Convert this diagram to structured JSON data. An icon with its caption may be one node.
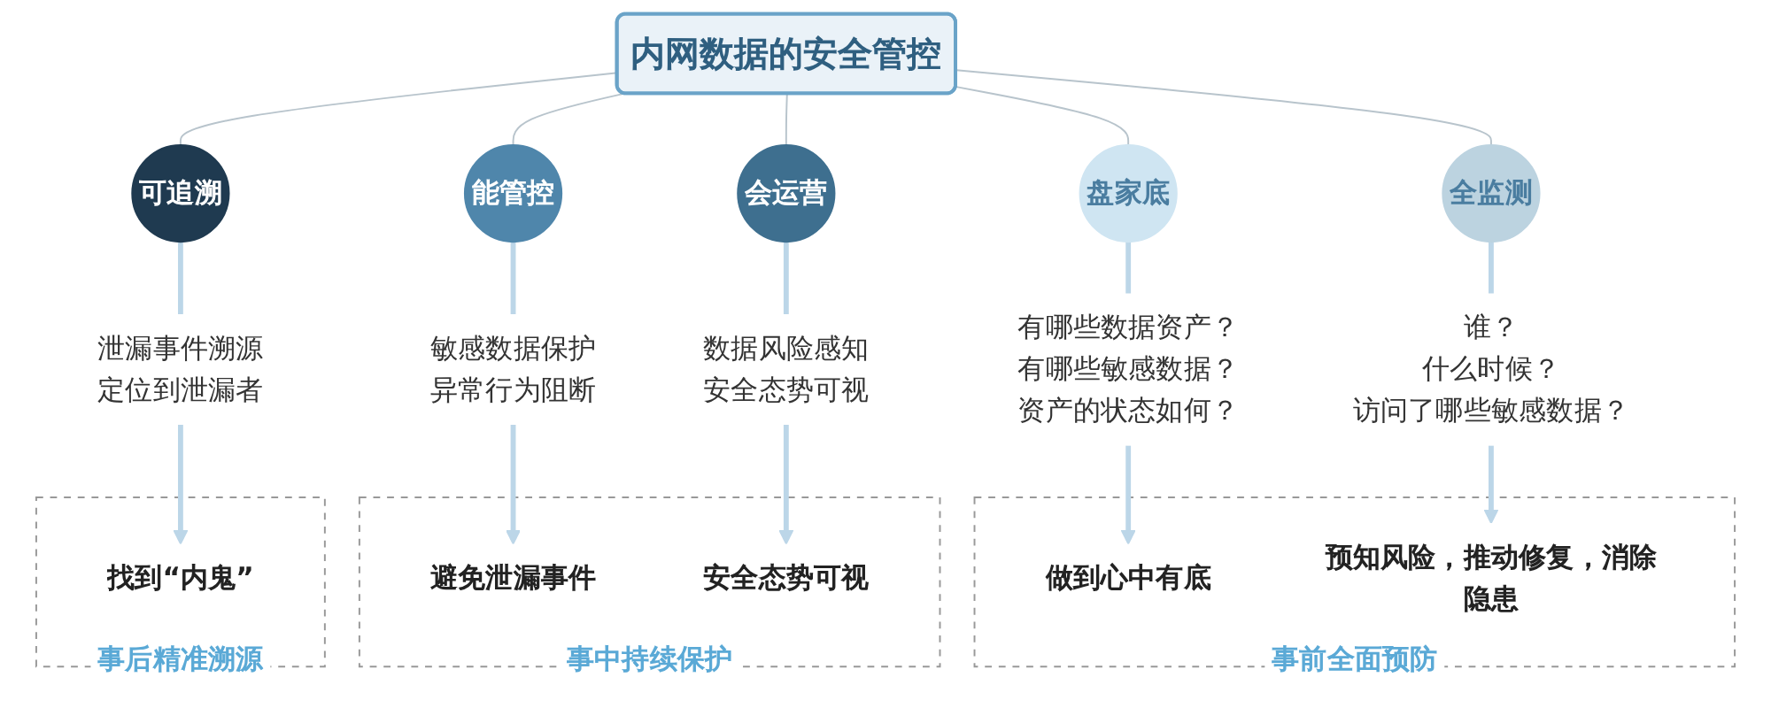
{
  "diagram": {
    "nodes": [
      {
        "text": [
          "内网数据的安全管控"
        ]
      },
      {
        "text": [
          "盘家底"
        ]
      },
      {
        "text": [
          "全监测"
        ]
      },
      {
        "text": [
          "能管控"
        ]
      },
      {
        "text": [
          "会运营"
        ]
      },
      {
        "text": [
          "可追溯"
        ]
      },
      {
        "text": [
          "有哪些数据资产？",
          "有哪些敏感数据？",
          "资产的状态如何？"
        ]
      },
      {
        "text": [
          "谁？",
          "什么时候？",
          "访问了哪些敏感数据？"
        ]
      },
      {
        "text": [
          "敏感数据保护",
          "异常行为阻断"
        ]
      },
      {
        "text": [
          "数据风险感知",
          "安全态势可视"
        ]
      },
      {
        "text": [
          "泄漏事件溯源",
          "定位到泄漏者"
        ]
      },
      {
        "text": [
          "事前全面预防"
        ]
      },
      {
        "text": [
          "做到心中有底"
        ],
        "in": 11
      },
      {
        "text": [
          "预知风险，推动修复，消除隐患"
        ],
        "in": 11
      },
      {
        "text": [
          "事中持续保护"
        ]
      },
      {
        "text": [
          "避免泄漏事件"
        ],
        "in": 14
      },
      {
        "text": [
          "安全态势可视"
        ],
        "in": 14
      },
      {
        "text": [
          "事后精准溯源"
        ]
      },
      {
        "text": [
          "找到“内鬼”"
        ],
        "in": 17
      }
    ],
    "edges": [
      {
        "from": 0,
        "to": 1,
        "arrow": "none"
      },
      {
        "from": 0,
        "to": 2,
        "arrow": "none"
      },
      {
        "from": 0,
        "to": 3,
        "arrow": "none"
      },
      {
        "from": 0,
        "to": 4,
        "arrow": "none"
      },
      {
        "from": 0,
        "to": 5,
        "arrow": "none"
      },
      {
        "from": 1,
        "to": 6,
        "arrow": "none",
        "color": "#bcd6e8"
      },
      {
        "from": 2,
        "to": 7,
        "arrow": "none",
        "color": "#bcd6e8"
      },
      {
        "from": 3,
        "to": 8,
        "arrow": "none",
        "color": "#bcd6e8"
      },
      {
        "from": 4,
        "to": 9,
        "arrow": "none",
        "color": "#bcd6e8"
      },
      {
        "from": 5,
        "to": 10,
        "arrow": "none",
        "color": "#bcd6e8"
      },
      {
        "from": 6,
        "to": 12,
        "arrow": "to",
        "color": "#bcd6e8"
      },
      {
        "from": 7,
        "to": 13,
        "arrow": "to",
        "color": "#bcd6e8"
      },
      {
        "from": 8,
        "to": 15,
        "arrow": "to",
        "color": "#bcd6e8"
      },
      {
        "from": 9,
        "to": 16,
        "arrow": "to",
        "color": "#bcd6e8"
      },
      {
        "from": 10,
        "to": 18,
        "arrow": "to",
        "color": "#bcd6e8"
      }
    ]
  }
}
